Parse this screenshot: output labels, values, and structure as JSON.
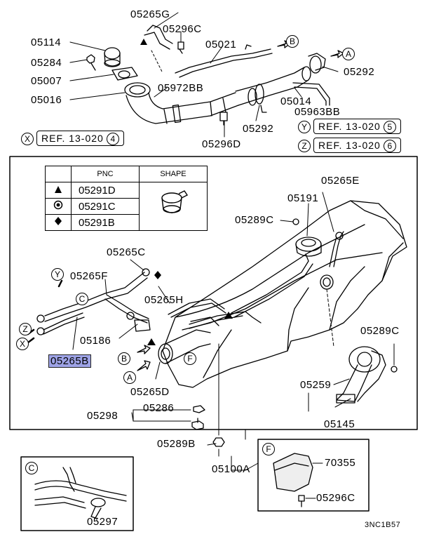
{
  "labels": {
    "p05265G": "05265G",
    "p05296C_top": "05296C",
    "p05114": "05114",
    "p05021": "05021",
    "p05284": "05284",
    "p05007": "05007",
    "p05292_r": "05292",
    "p05972BB": "05972BB",
    "p05016": "05016",
    "p05014": "05014",
    "p05963BB": "05963BB",
    "p05292_b": "05292",
    "p05296D": "05296D",
    "p05265E": "05265E",
    "p05191": "05191",
    "p05289C_top": "05289C",
    "p05265C": "05265C",
    "p05265F": "05265F",
    "p05265H": "05265H",
    "p05186": "05186",
    "p05265B": "05265B",
    "p05265D": "05265D",
    "p05289C_r": "05289C",
    "p05259": "05259",
    "p05145": "05145",
    "p05298": "05298",
    "p05286": "05286",
    "p05289B": "05289B",
    "p05100A": "05100A",
    "p70355": "70355",
    "p05296C_bot": "05296C",
    "p05297": "05297"
  },
  "refs": {
    "x": {
      "letter": "X",
      "text": "REF. 13-020",
      "num": "4"
    },
    "y": {
      "letter": "Y",
      "text": "REF. 13-020",
      "num": "5"
    },
    "z": {
      "letter": "Z",
      "text": "REF. 13-020",
      "num": "6"
    }
  },
  "callouts": {
    "A": "A",
    "B": "B",
    "C": "C",
    "F": "F",
    "X": "X",
    "Y": "Y",
    "Z": "Z"
  },
  "table": {
    "header_pnc": "PNC",
    "header_shape": "SHAPE",
    "rows": [
      {
        "symbol": "triangle",
        "pnc": "05291D"
      },
      {
        "symbol": "ring",
        "pnc": "05291C"
      },
      {
        "symbol": "diamond",
        "pnc": "05291B"
      }
    ]
  },
  "inset_c_letter": "C",
  "inset_f_letter": "F",
  "diagram_code": "3NC1B57"
}
